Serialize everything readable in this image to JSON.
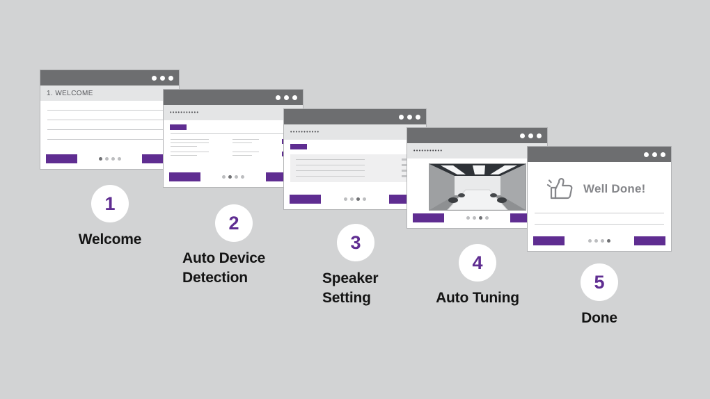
{
  "colors": {
    "background": "#d2d3d4",
    "accent_purple": "#5f2d91",
    "titlebar_gray": "#6d6e70"
  },
  "steps": [
    {
      "number": "1",
      "label": "Welcome"
    },
    {
      "number": "2",
      "label": "Auto Device Detection"
    },
    {
      "number": "3",
      "label": "Speaker Setting"
    },
    {
      "number": "4",
      "label": "Auto Tuning"
    },
    {
      "number": "5",
      "label": "Done"
    }
  ],
  "windows": {
    "welcome": {
      "header": "1. WELCOME"
    },
    "auto_device_detection": {
      "header": "•••••••••••"
    },
    "speaker_setting": {
      "header": "•••••••••••"
    },
    "auto_tuning": {
      "header": "•••••••••••"
    },
    "done": {
      "message": "Well Done!"
    }
  }
}
